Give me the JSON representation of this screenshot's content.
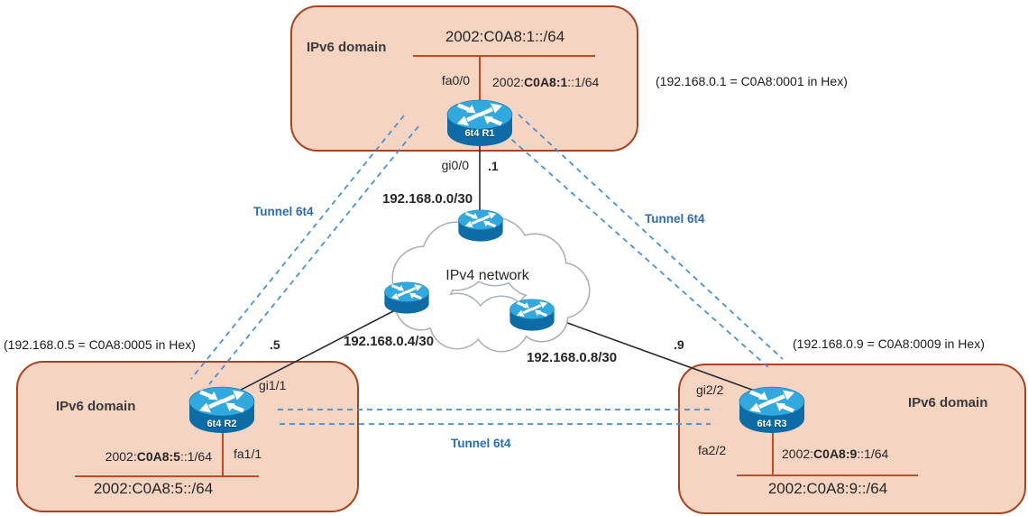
{
  "colors": {
    "domain_fill": "#f6d4c2",
    "domain_border": "#a8421f",
    "segment_line": "#c44a21",
    "link_line": "#2b2b2b",
    "tunnel_line": "#3e8ed6",
    "tunnel_text": "#2b6cb8",
    "cloud_stroke": "#a8b0b6",
    "router_top": "#31a9de",
    "router_body": "#0d6ca6",
    "text_dark": "#262626"
  },
  "cloud": {
    "label": "IPv4 network"
  },
  "wan": {
    "top_subnet": "192.168.0.0/30",
    "left_subnet": "192.168.0.4/30",
    "right_subnet": "192.168.0.8/30",
    "r1_host": ".1",
    "r2_host": ".5",
    "r3_host": ".9"
  },
  "tunnels": {
    "left": "Tunnel 6t4",
    "right": "Tunnel 6t4",
    "bottom": "Tunnel 6t4"
  },
  "domains": {
    "top": {
      "title": "IPv6 domain",
      "subnet": "2002:C0A8:1::/64",
      "router": "6t4 R1",
      "lan_if": "fa0/0",
      "wan_if": "gi0/0",
      "addr_prefix": "2002:",
      "addr_bold": "C0A8:1",
      "addr_suffix": "::1/64",
      "note": "(192.168.0.1 = C0A8:0001 in Hex)"
    },
    "left": {
      "title": "IPv6 domain",
      "subnet": "2002:C0A8:5::/64",
      "router": "6t4 R2",
      "lan_if": "fa1/1",
      "wan_if": "gi1/1",
      "addr_prefix": "2002:",
      "addr_bold": "C0A8:5",
      "addr_suffix": "::1/64",
      "note": "(192.168.0.5 = C0A8:0005 in Hex)"
    },
    "right": {
      "title": "IPv6 domain",
      "subnet": "2002:C0A8:9::/64",
      "router": "6t4 R3",
      "lan_if": "fa2/2",
      "wan_if": "gi2/2",
      "addr_prefix": "2002:",
      "addr_bold": "C0A8:9",
      "addr_suffix": "::1/64",
      "note": "(192.168.0.9 = C0A8:0009 in Hex)"
    }
  }
}
